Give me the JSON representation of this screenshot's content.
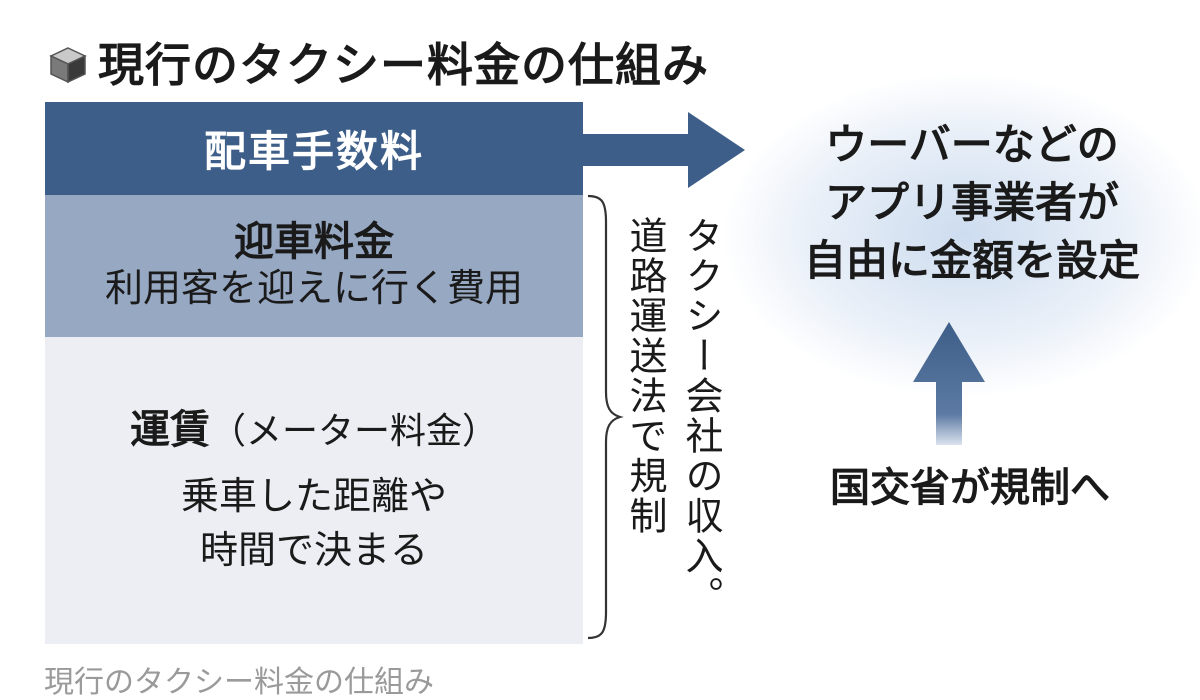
{
  "title": "現行のタクシー料金の仕組み",
  "boxes": {
    "dispatch_fee": {
      "label": "配車手数料"
    },
    "pickup_fee": {
      "label": "迎車料金",
      "description": "利用客を迎えに行く費用"
    },
    "fare": {
      "label": "運賃",
      "label_note": "（メーター料金）",
      "description_line1": "乗車した距離や",
      "description_line2": "時間で決まる"
    }
  },
  "vertical_notes": {
    "company_income": "タクシー会社の収入。",
    "road_law": "道路運送法で規制"
  },
  "app_operators": {
    "line1": "ウーバーなどの",
    "line2": "アプリ事業者が",
    "line3": "自由に金額を設定"
  },
  "regulation_note": "国交省が規制へ",
  "caption": "現行のタクシー料金の仕組み",
  "colors": {
    "dispatch_box": "#3d5e88",
    "pickup_box": "#97a8c3",
    "fare_box": "#eceef3",
    "arrow": "#3d5e88"
  }
}
